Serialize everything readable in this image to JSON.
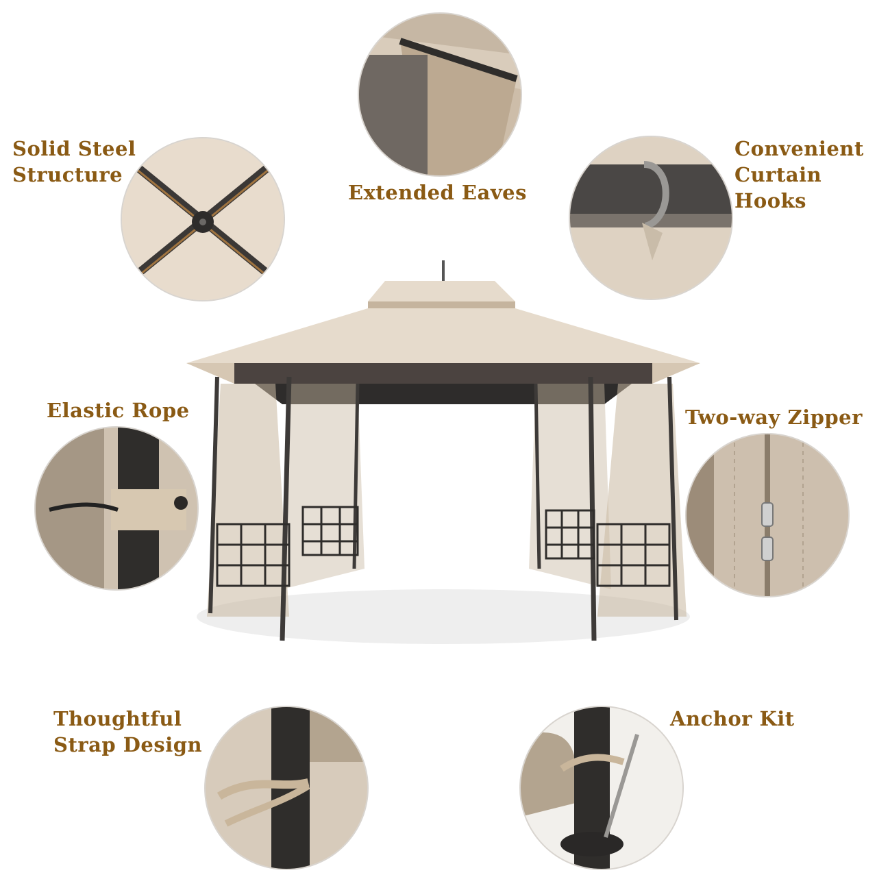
{
  "features": {
    "solid_steel": "Solid Steel\nStructure",
    "extended_eaves": "Extended Eaves",
    "curtain_hooks": "Convenient\nCurtain\nHooks",
    "elastic_rope": "Elastic Rope",
    "two_way_zipper": "Two-way Zipper",
    "strap_design": "Thoughtful\nStrap Design",
    "anchor_kit": "Anchor Kit"
  },
  "colors": {
    "label_text": "#8a5a14",
    "canopy": "#e6dbcc",
    "frame": "#3d3a38",
    "netting": "#b8a78f",
    "circle_border": "#d8d4cf"
  }
}
